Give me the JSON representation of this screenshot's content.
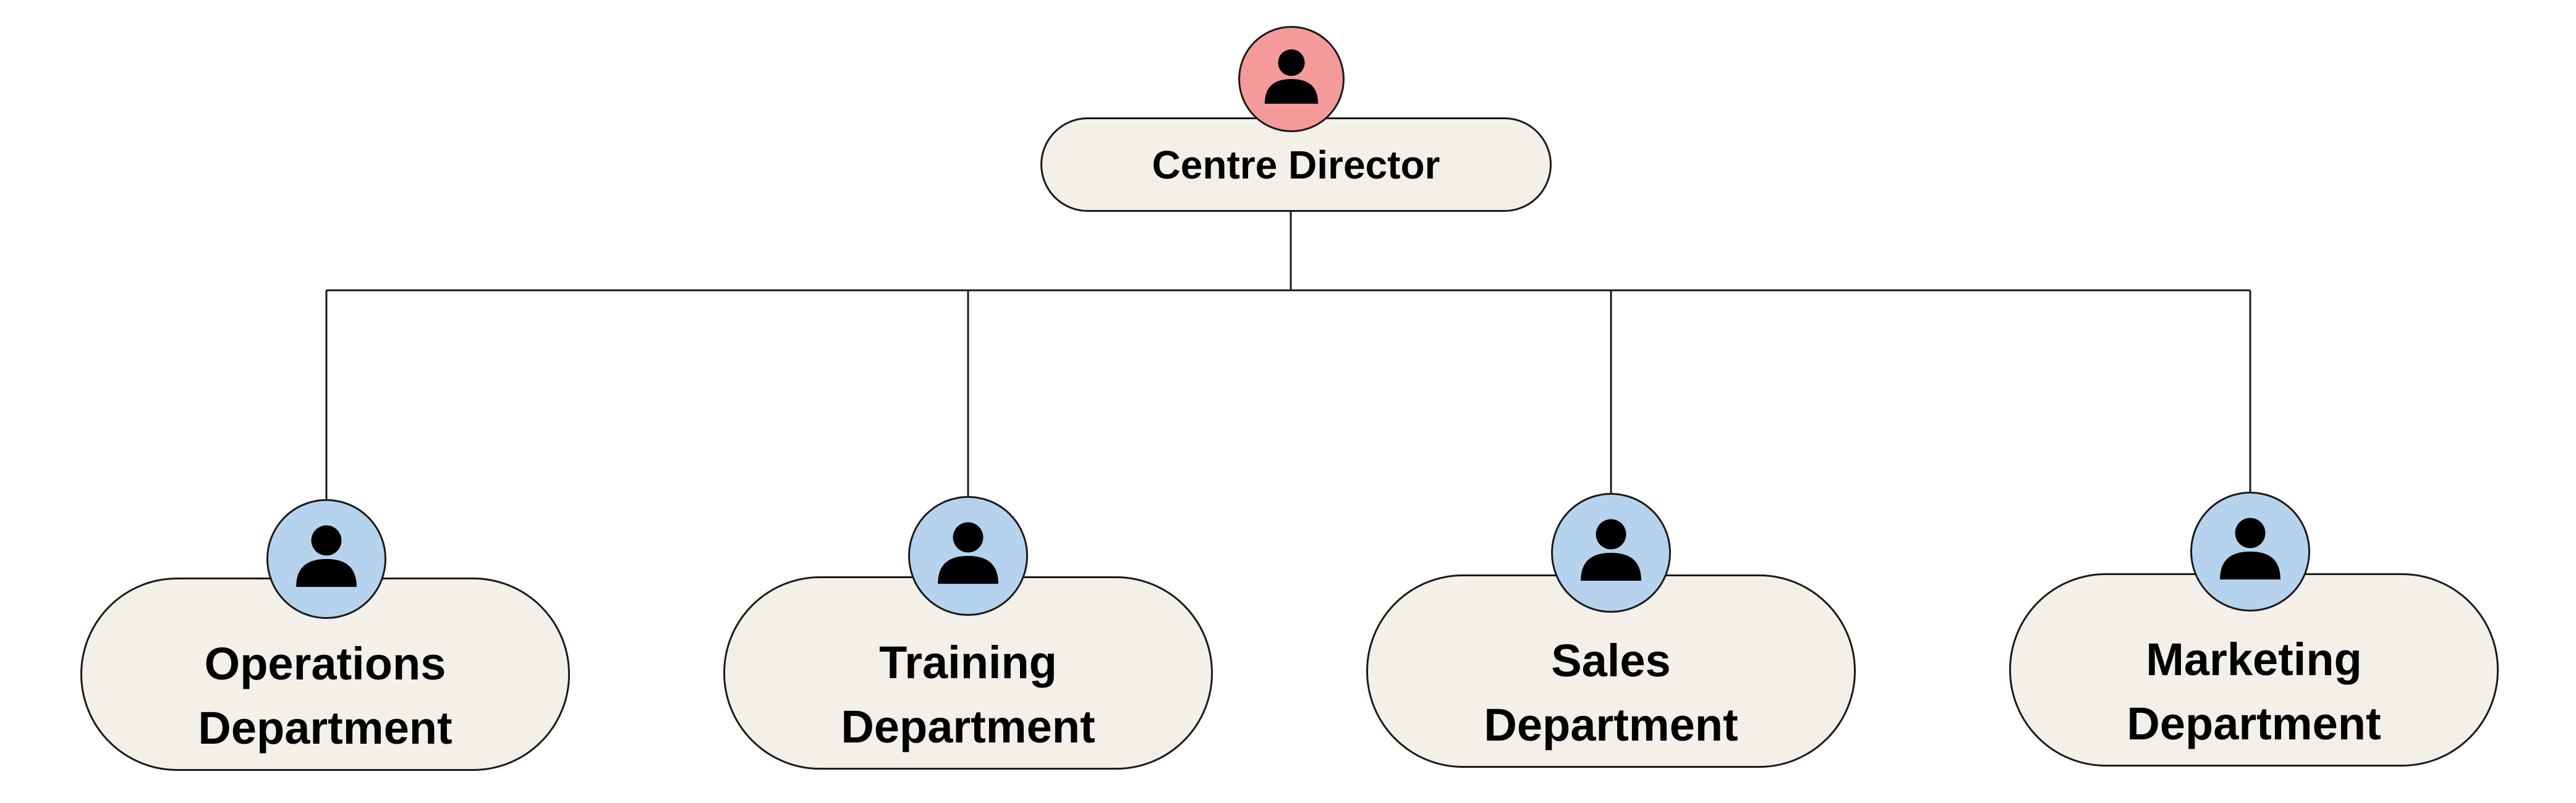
{
  "diagram": {
    "colors": {
      "node_fill": "#f3efe9",
      "root_avatar": "#f59a9a",
      "dept_avatar": "#b6d3ee",
      "line": "#1a1a1a"
    },
    "root": {
      "label": "Centre Director",
      "icon": "person-icon"
    },
    "departments": [
      {
        "label": "Operations\nDepartment",
        "icon": "person-icon"
      },
      {
        "label": "Training\nDepartment",
        "icon": "person-icon"
      },
      {
        "label": "Sales\nDepartment",
        "icon": "person-icon"
      },
      {
        "label": "Marketing\nDepartment",
        "icon": "person-icon"
      }
    ]
  }
}
